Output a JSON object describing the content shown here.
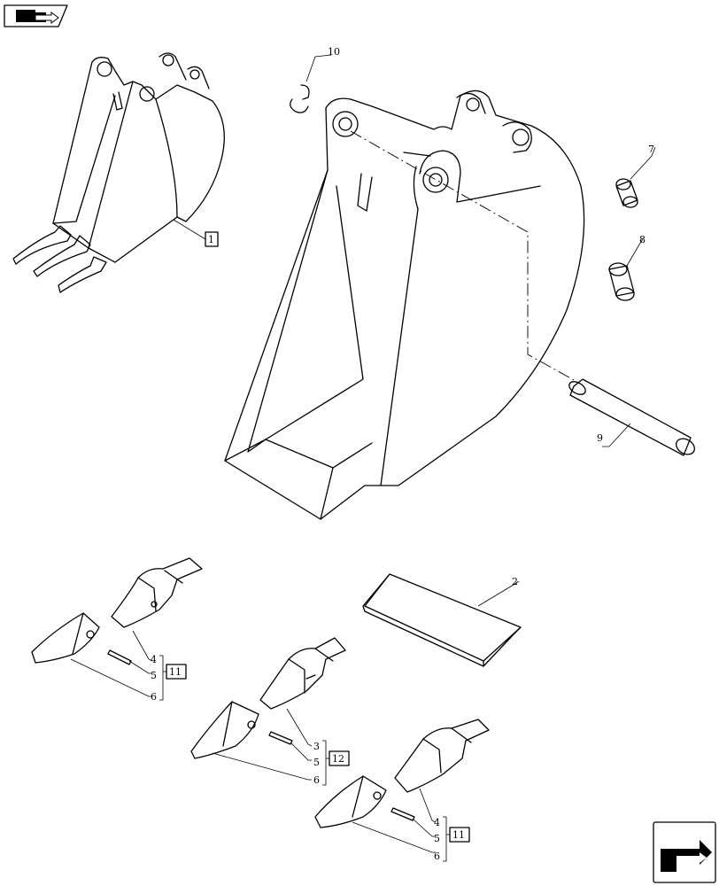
{
  "callouts": {
    "c1": "1",
    "c2": "2",
    "c3": "3",
    "c4a": "4",
    "c4b": "4",
    "c5a": "5",
    "c5b": "5",
    "c5c": "5",
    "c6a": "6",
    "c6b": "6",
    "c6c": "6",
    "c7": "7",
    "c8": "8",
    "c9": "9",
    "c10": "10",
    "c11a": "11",
    "c11b": "11",
    "c12": "12"
  },
  "icons": {
    "top_left": "folder-arrow-icon",
    "bottom_right": "next-page-arrow-icon"
  },
  "colors": {
    "line": "#000000",
    "background": "#ffffff"
  }
}
